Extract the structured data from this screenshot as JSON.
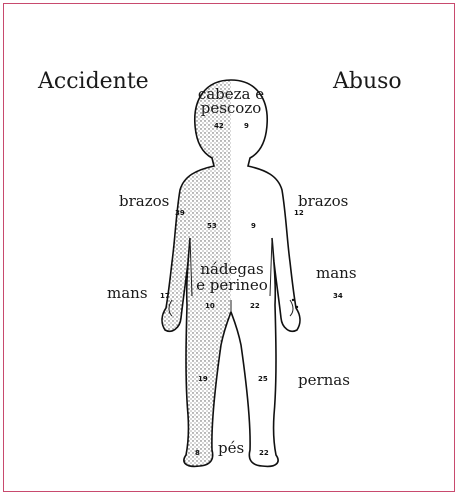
{
  "headings": {
    "left": "Accidente",
    "right": "Abuso"
  },
  "labels": {
    "cabeza": [
      "cabeza e",
      "pescozo"
    ],
    "brazos_left": "brazos",
    "brazos_right": "brazos",
    "nadegas": [
      "nádegas",
      "e perineo"
    ],
    "mans_left": "mans",
    "mans_right": "mans",
    "pernas": "pernas",
    "pes": "pés"
  },
  "numbers": {
    "head_accident": "42",
    "head_abuse": "9",
    "arm_accident": "39",
    "arm_abuse": "12",
    "torso_accident": "53",
    "torso_abuse": "9",
    "buttock_accident": "10",
    "buttock_abuse": "22",
    "hand_accident": "17",
    "hand_abuse": "34",
    "leg_accident": "19",
    "leg_abuse": "25",
    "foot_accident": "8",
    "foot_abuse": "22"
  },
  "colors": {
    "frame": "#c84a6e",
    "ink": "#1a1a1a"
  }
}
